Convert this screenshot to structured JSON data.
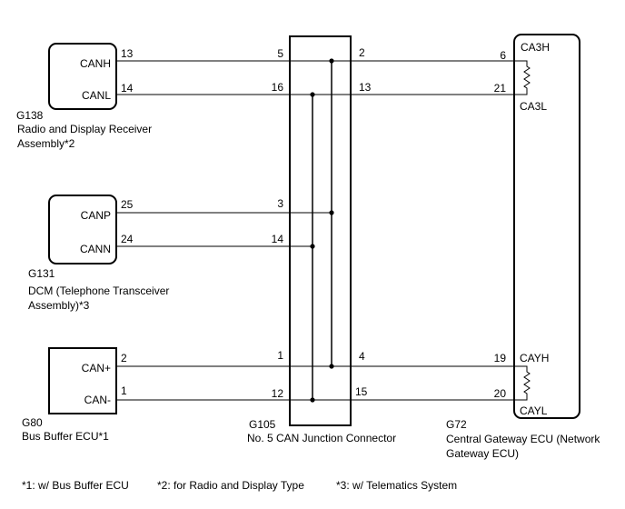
{
  "components": {
    "g138": {
      "code": "G138",
      "name_lines": [
        "Radio and Display Receiver",
        "Assembly*2"
      ],
      "signals": [
        "CANH",
        "CANL"
      ],
      "pins": [
        "13",
        "14"
      ]
    },
    "g131": {
      "code": "G131",
      "name_lines": [
        "DCM (Telephone Transceiver",
        "Assembly)*3"
      ],
      "signals": [
        "CANP",
        "CANN"
      ],
      "pins": [
        "25",
        "24"
      ]
    },
    "g80": {
      "code": "G80",
      "name_lines": [
        "Bus Buffer ECU*1"
      ],
      "signals": [
        "CAN+",
        "CAN-"
      ],
      "pins": [
        "2",
        "1"
      ]
    },
    "g105": {
      "code": "G105",
      "name_lines": [
        "No. 5 CAN Junction Connector"
      ],
      "left_pins": [
        "5",
        "16",
        "3",
        "14",
        "1",
        "12"
      ],
      "right_pins": [
        "2",
        "13",
        "4",
        "15"
      ]
    },
    "g72": {
      "code": "G72",
      "name_lines": [
        "Central Gateway ECU (Network",
        "Gateway ECU)"
      ],
      "signals": [
        "CA3H",
        "CA3L",
        "CAYH",
        "CAYL"
      ],
      "pins": [
        "6",
        "21",
        "19",
        "20"
      ]
    }
  },
  "footnotes": [
    "*1: w/ Bus Buffer ECU",
    "*2: for Radio and Display Type",
    "*3: w/ Telematics System"
  ]
}
